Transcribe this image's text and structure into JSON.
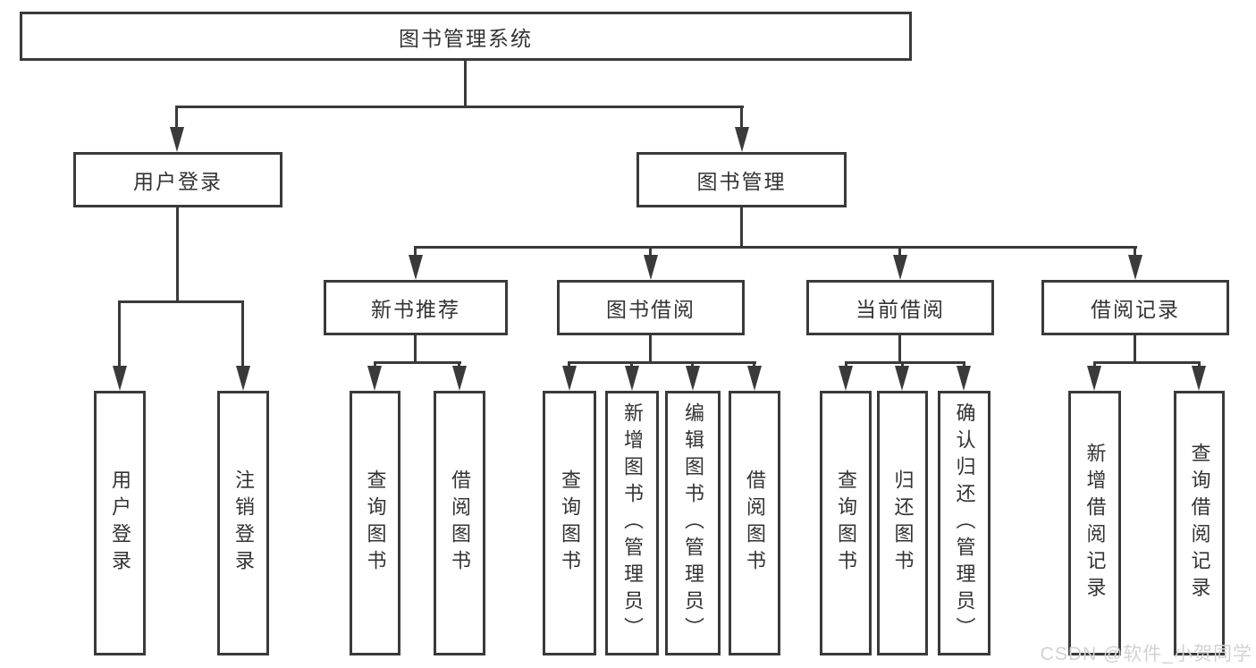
{
  "diagram": {
    "root_label": "图书管理系统",
    "level2": [
      {
        "label": "用户登录"
      },
      {
        "label": "图书管理"
      }
    ],
    "login_leaves": [
      "用户登录",
      "注销登录"
    ],
    "sections": [
      {
        "label": "新书推荐",
        "leaves": [
          "查询图书",
          "借阅图书"
        ]
      },
      {
        "label": "图书借阅",
        "leaves": [
          "查询图书",
          "新增图书（管理员）",
          "编辑图书（管理员）",
          "借阅图书"
        ]
      },
      {
        "label": "当前借阅",
        "leaves": [
          "查询图书",
          "归还图书",
          "确认归还（管理员）"
        ]
      },
      {
        "label": "借阅记录",
        "leaves": [
          "新增借阅记录",
          "查询借阅记录"
        ]
      }
    ],
    "watermark": "CSDN @软件_小贺同学",
    "colors": {
      "line": "#3a3a3a",
      "text": "#333333",
      "background": "#ffffff",
      "watermark": "#d2d2d2"
    }
  }
}
